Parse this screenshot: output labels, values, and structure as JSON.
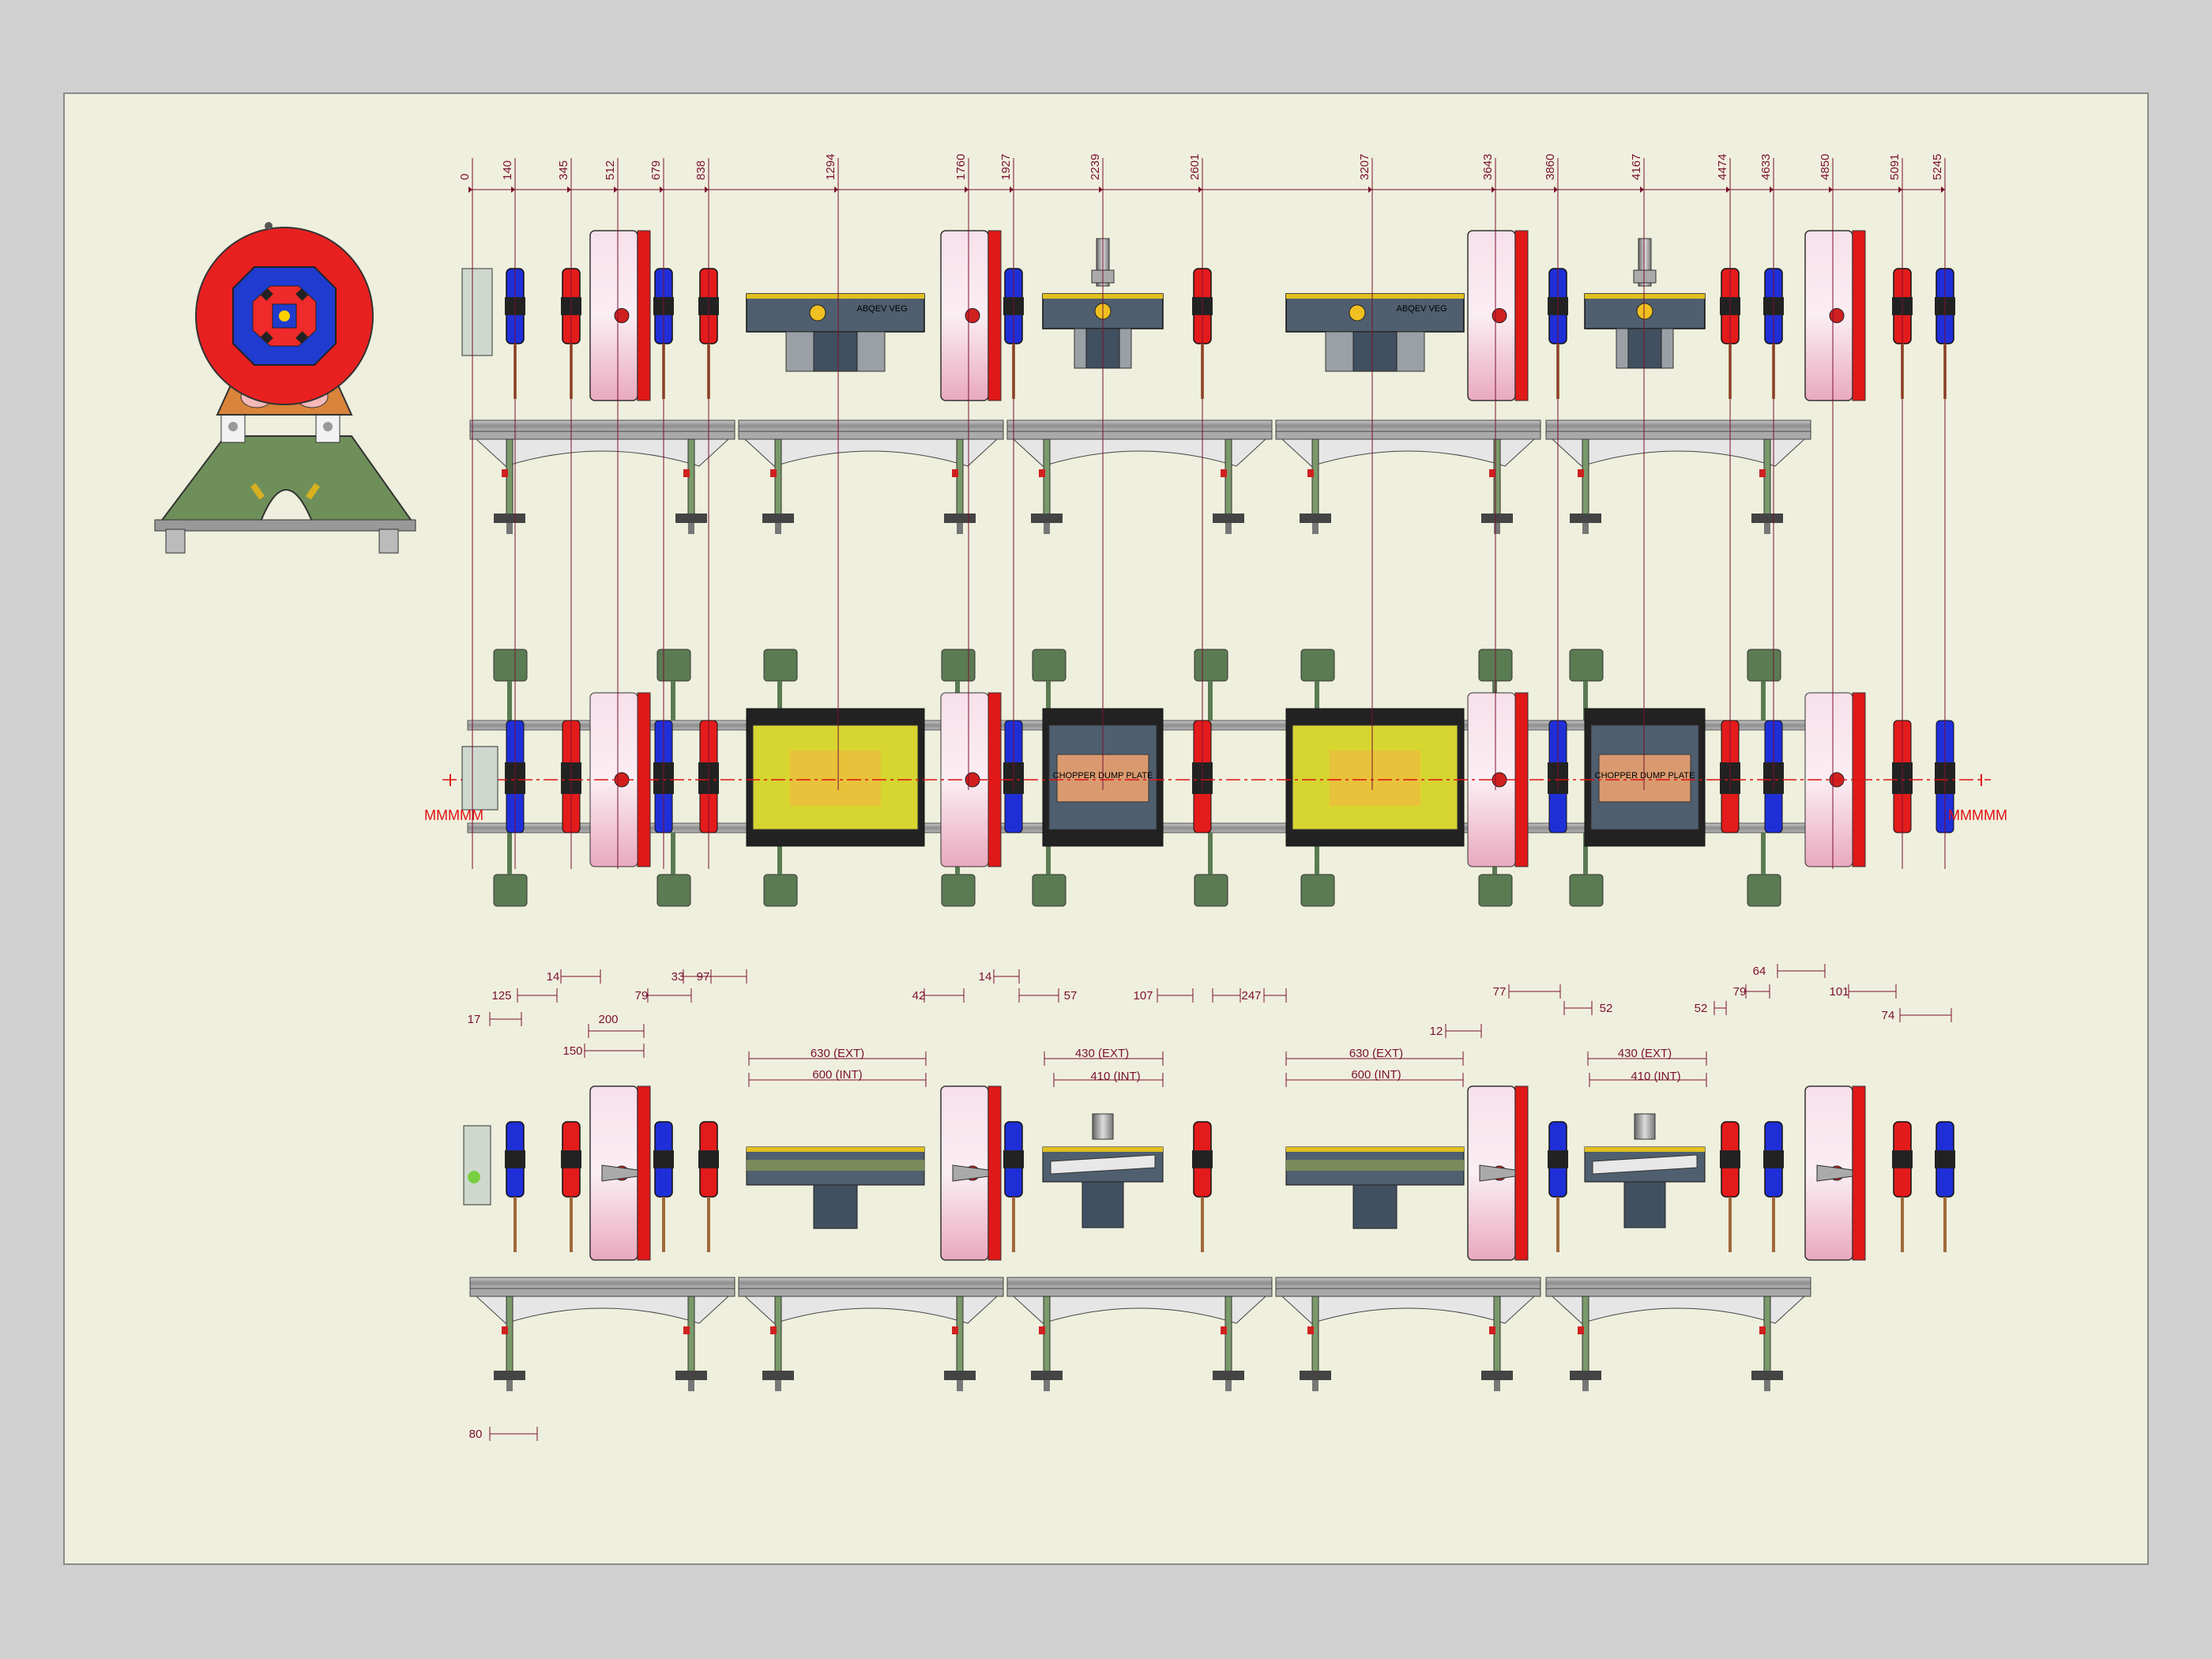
{
  "drawing": {
    "top_dimensions": [
      "0",
      "140",
      "345",
      "512",
      "679",
      "838",
      "1294",
      "1760",
      "1927",
      "2239",
      "2601",
      "3207",
      "3643",
      "3860",
      "4167",
      "4474",
      "4633",
      "4850",
      "5091",
      "5245"
    ],
    "beam_markers": {
      "left": "MMMMM",
      "right": "MMMMM"
    },
    "component_labels": {
      "chopper_1": "CHOPPER DUMP PLATE",
      "chopper_2": "CHOPPER DUMP PLATE",
      "kicker_1": "ABQEV VEG",
      "kicker_2": "ABQEV VEG"
    },
    "bottom_dimensions": {
      "gap_17": "17",
      "gap_125": "125",
      "gap_14a": "14",
      "gap_150": "150",
      "gap_200": "200",
      "gap_79a": "79",
      "gap_33": "33",
      "gap_97": "97",
      "gap_42": "42",
      "ext_630a": "630 (EXT)",
      "int_600a": "600 (INT)",
      "gap_14b": "14",
      "gap_57": "57",
      "ext_430a": "430 (EXT)",
      "int_410a": "410 (INT)",
      "gap_107": "107",
      "gap_247": "247",
      "gap_12": "12",
      "ext_630b": "630 (EXT)",
      "int_600b": "600 (INT)",
      "gap_77": "77",
      "gap_52a": "52",
      "ext_430b": "430 (EXT)",
      "int_410b": "410 (INT)",
      "gap_52b": "52",
      "gap_79b": "79",
      "gap_64": "64",
      "gap_101": "101",
      "gap_74": "74",
      "gap_80": "80"
    }
  }
}
